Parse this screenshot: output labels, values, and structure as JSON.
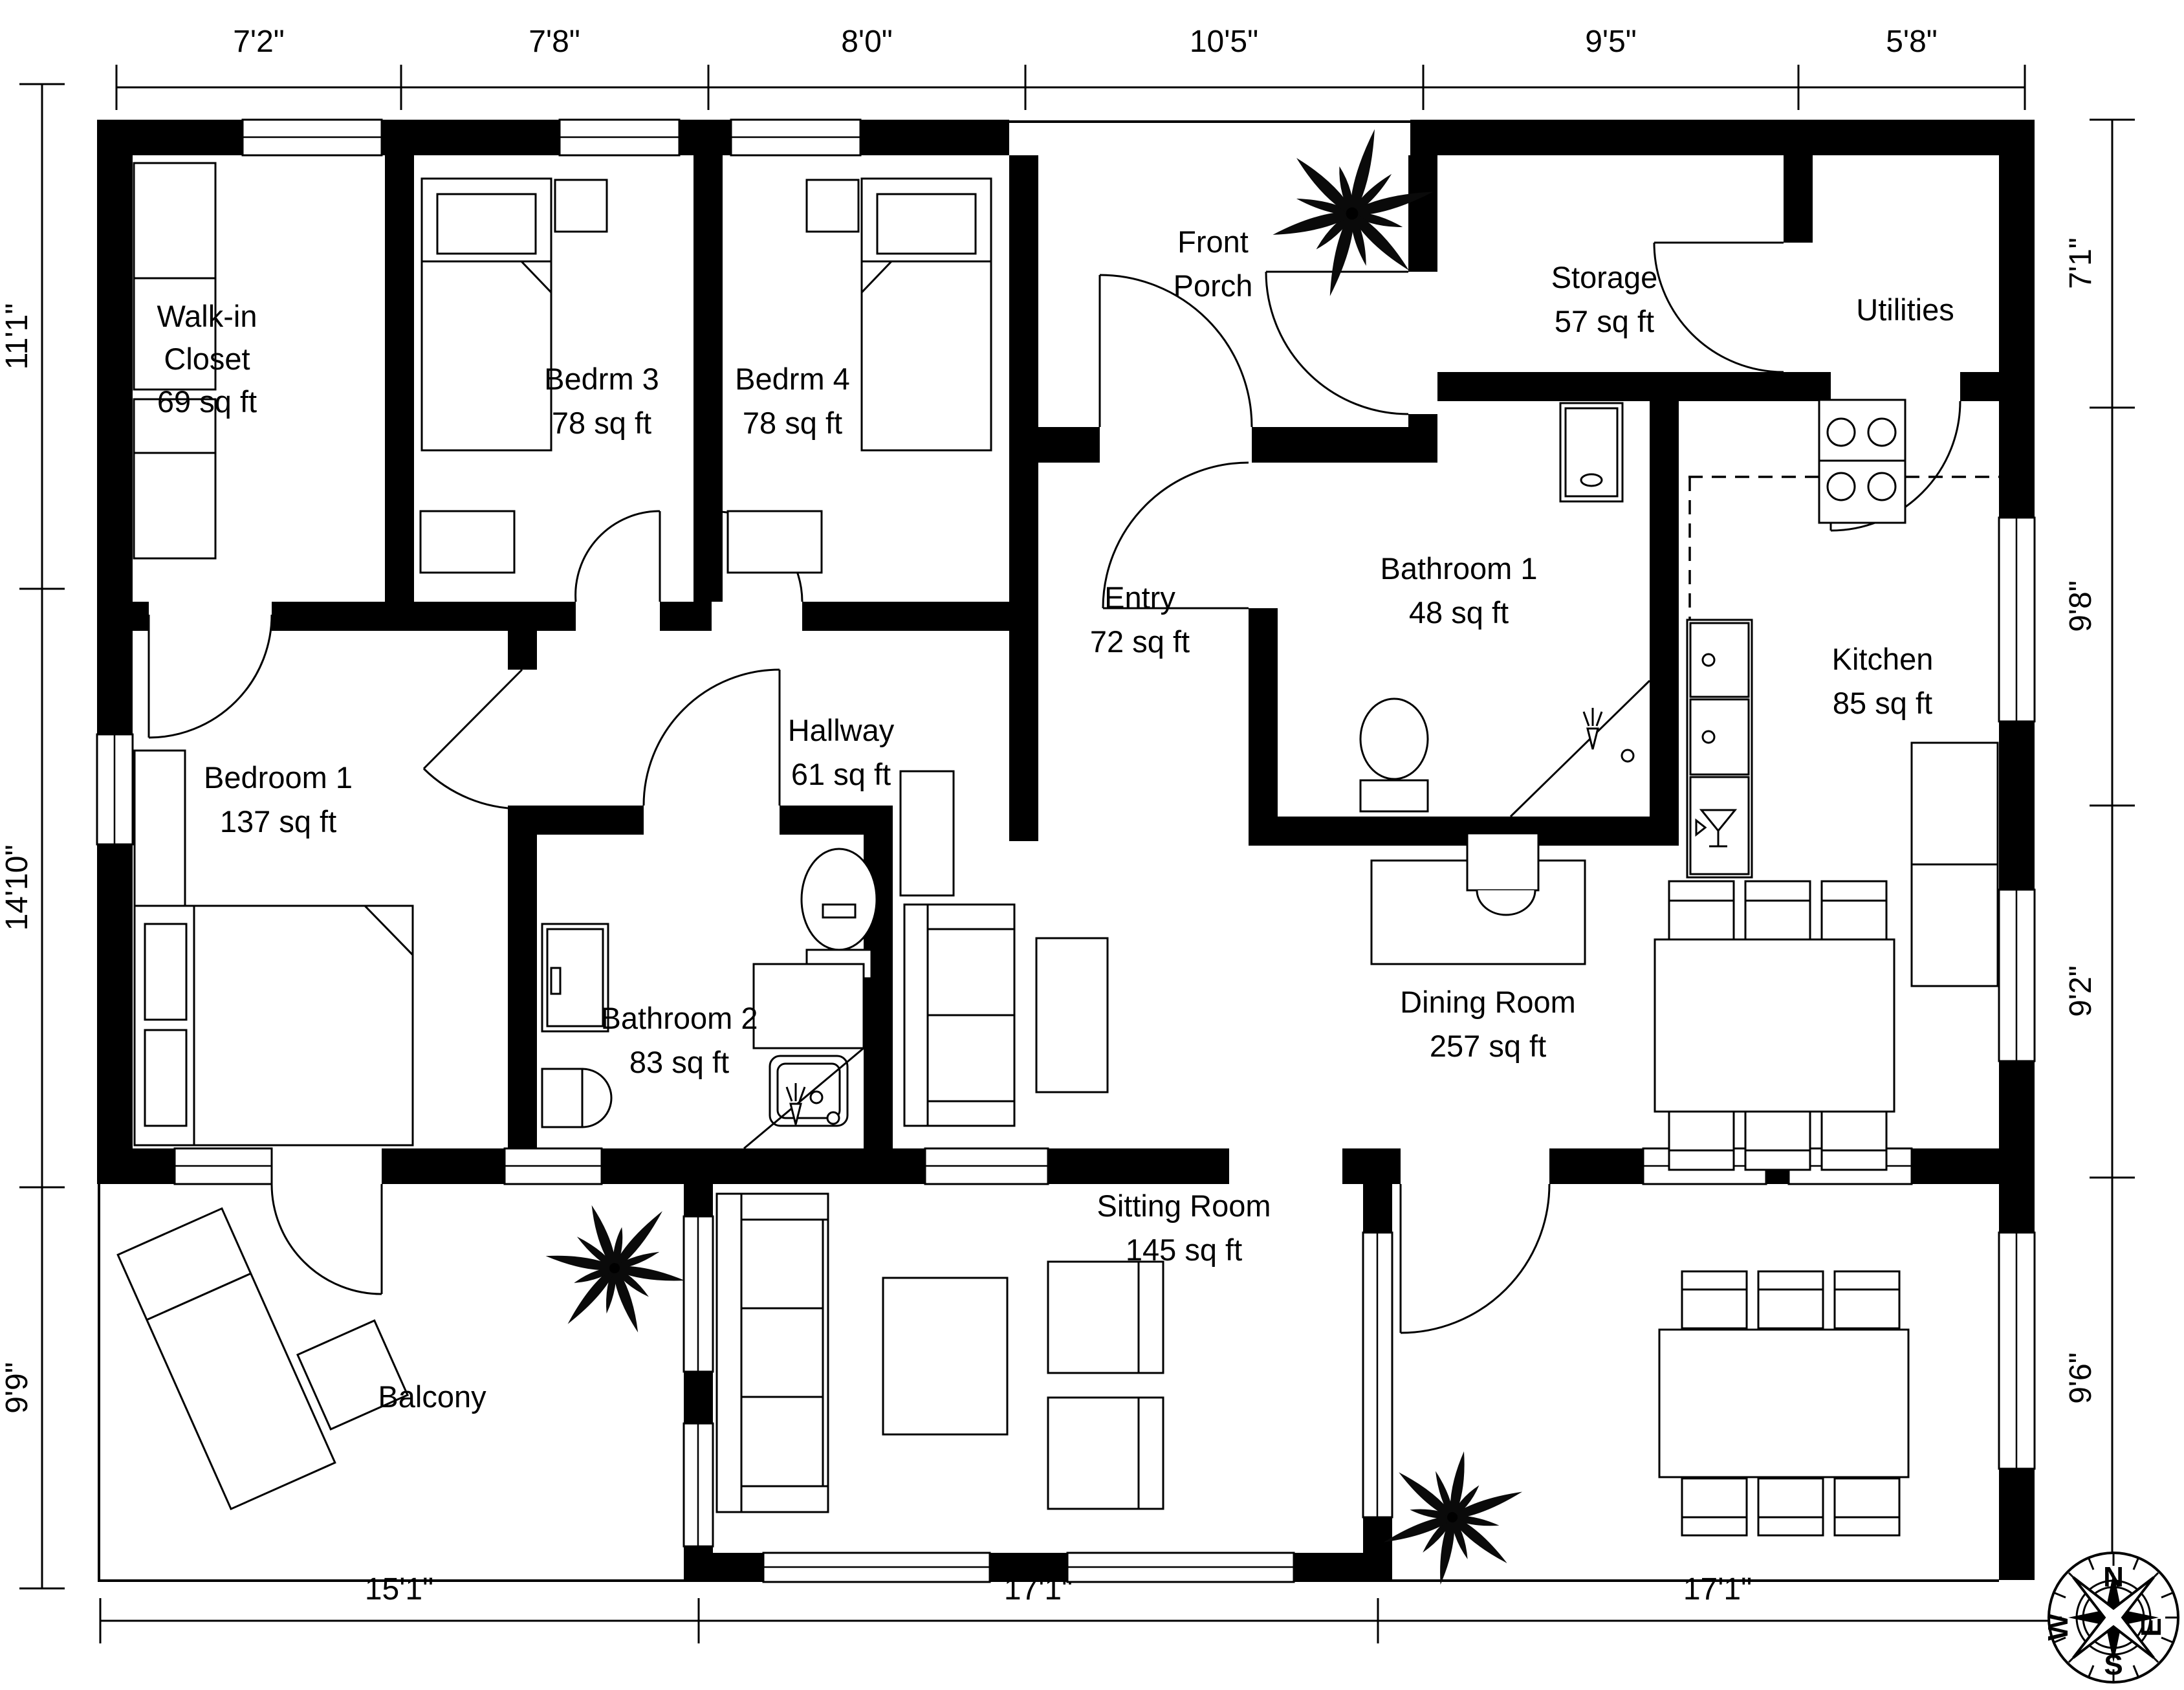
{
  "dimensions": {
    "top": [
      "7'2\"",
      "7'8\"",
      "8'0\"",
      "10'5\"",
      "9'5\"",
      "5'8\""
    ],
    "bottom": [
      "15'1\"",
      "17'1\"",
      "17'1\""
    ],
    "left": [
      "11'1\"",
      "14'10\"",
      "9'9\""
    ],
    "right": [
      "7'1\"",
      "9'8\"",
      "9'2\"",
      "9'6\""
    ]
  },
  "rooms": {
    "walk_in_closet": {
      "name_line1": "Walk-in",
      "name_line2": "Closet",
      "area": "69 sq ft"
    },
    "bedrm3": {
      "name": "Bedrm 3",
      "area": "78 sq ft"
    },
    "bedrm4": {
      "name": "Bedrm 4",
      "area": "78 sq ft"
    },
    "front_porch": {
      "name_line1": "Front",
      "name_line2": "Porch"
    },
    "storage": {
      "name": "Storage",
      "area": "57 sq ft"
    },
    "utilities": {
      "name": "Utilities"
    },
    "entry": {
      "name": "Entry",
      "area": "72 sq ft"
    },
    "bathroom1": {
      "name": "Bathroom 1",
      "area": "48 sq ft"
    },
    "kitchen": {
      "name": "Kitchen",
      "area": "85 sq ft"
    },
    "hallway": {
      "name": "Hallway",
      "area": "61 sq ft"
    },
    "bedroom1": {
      "name": "Bedroom 1",
      "area": "137 sq ft"
    },
    "bathroom2": {
      "name": "Bathroom 2",
      "area": "83 sq ft"
    },
    "dining_room": {
      "name": "Dining Room",
      "area": "257 sq ft"
    },
    "sitting_room": {
      "name": "Sitting Room",
      "area": "145 sq ft"
    },
    "balcony": {
      "name": "Balcony"
    }
  },
  "compass": {
    "north": "N",
    "east": "E",
    "south": "S",
    "west": "W"
  },
  "colors": {
    "wall": "#000000",
    "background": "#ffffff"
  }
}
